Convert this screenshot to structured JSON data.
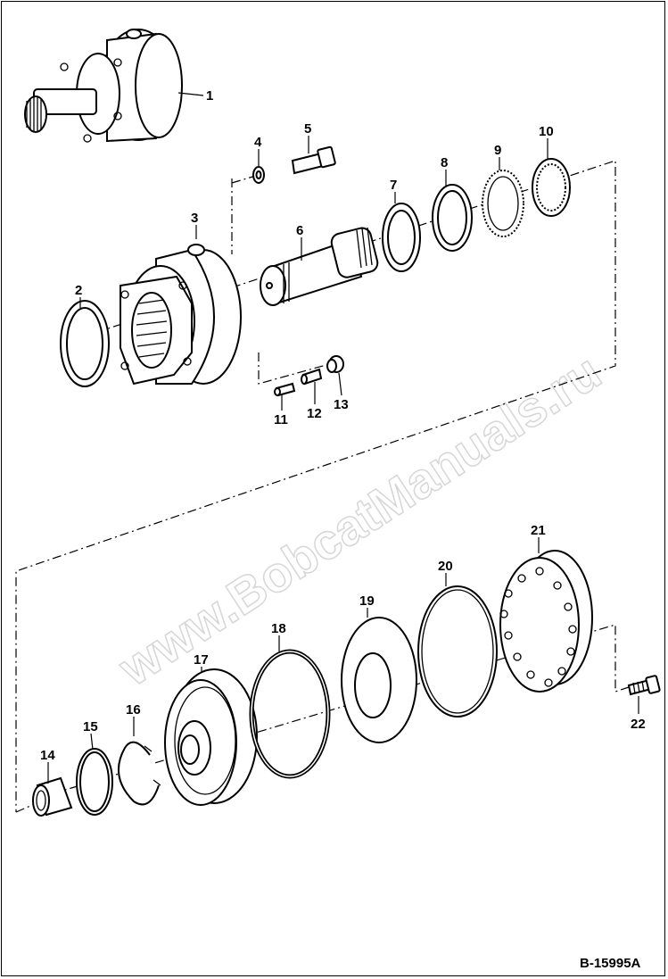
{
  "figure_id": "B-15995A",
  "watermark": "www.BobcatManuals.ru",
  "callouts": [
    "1",
    "2",
    "3",
    "4",
    "5",
    "6",
    "7",
    "8",
    "9",
    "10",
    "11",
    "12",
    "13",
    "14",
    "15",
    "16",
    "17",
    "18",
    "19",
    "20",
    "21",
    "22"
  ]
}
